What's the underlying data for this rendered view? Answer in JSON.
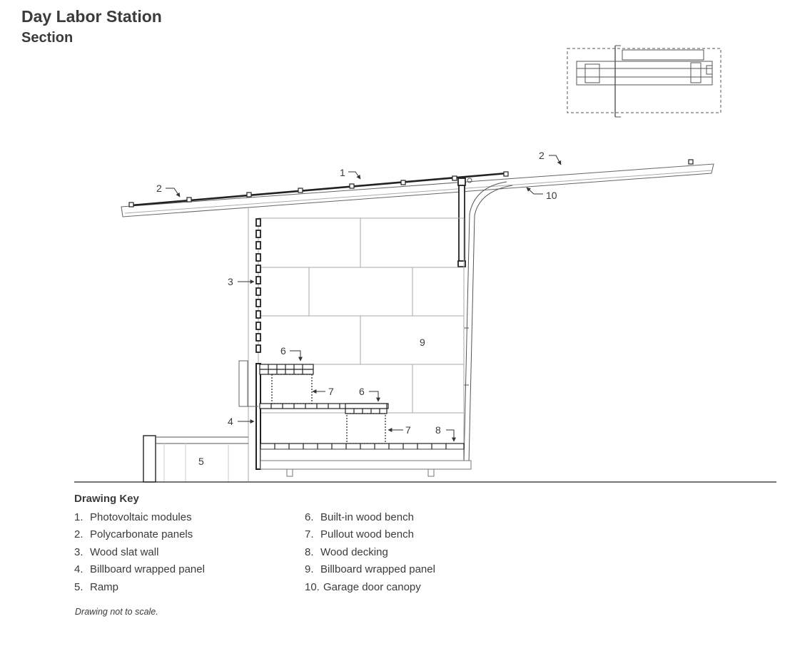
{
  "header": {
    "title": "Day Labor Station",
    "subtitle": "Section"
  },
  "drawing": {
    "labels": {
      "l1": "1",
      "l2a": "2",
      "l2b": "2",
      "l3": "3",
      "l4": "4",
      "l5": "5",
      "l6a": "6",
      "l6b": "6",
      "l7a": "7",
      "l7b": "7",
      "l8": "8",
      "l9": "9",
      "l10": "10"
    }
  },
  "key": {
    "title": "Drawing Key",
    "items": [
      {
        "num": "1.",
        "text": "Photovoltaic modules"
      },
      {
        "num": "2.",
        "text": "Polycarbonate panels"
      },
      {
        "num": "3.",
        "text": "Wood slat wall"
      },
      {
        "num": "4.",
        "text": "Billboard wrapped panel"
      },
      {
        "num": "5.",
        "text": "Ramp"
      },
      {
        "num": "6.",
        "text": "Built-in wood bench"
      },
      {
        "num": "7.",
        "text": "Pullout wood bench"
      },
      {
        "num": "8.",
        "text": "Wood decking"
      },
      {
        "num": "9.",
        "text": "Billboard wrapped panel"
      },
      {
        "num": "10.",
        "text": "Garage door canopy"
      }
    ]
  },
  "note": "Drawing not to scale."
}
